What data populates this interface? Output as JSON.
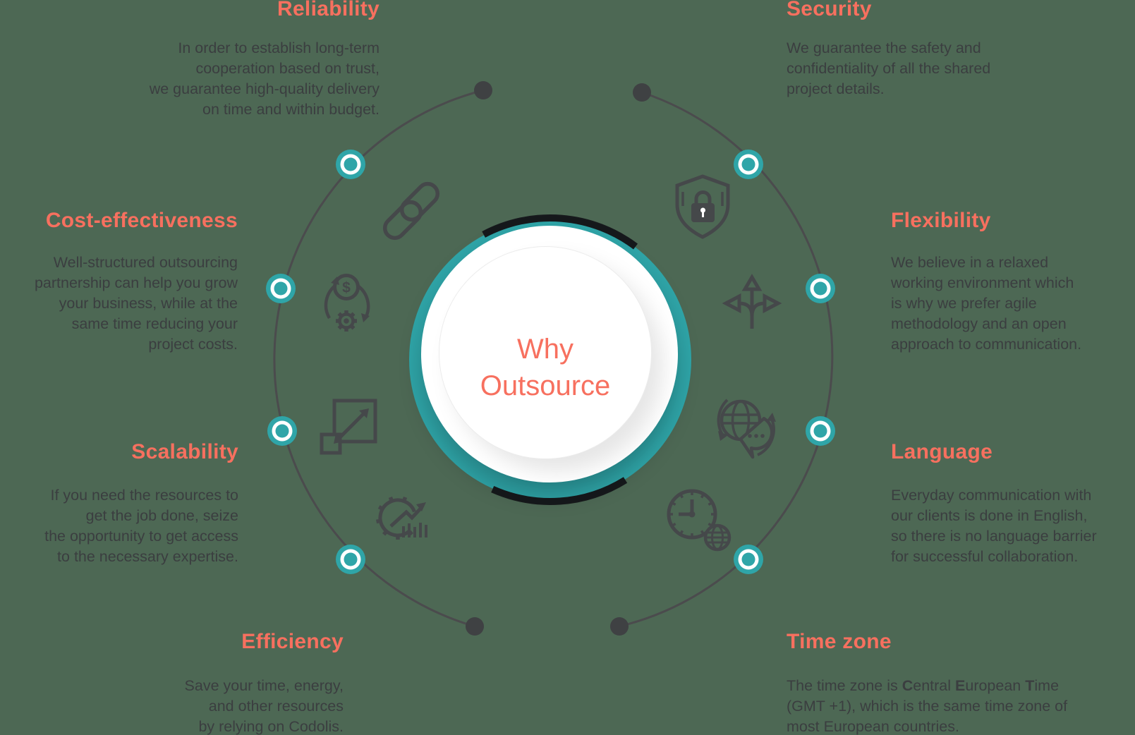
{
  "colors": {
    "background": "#4d6854",
    "teal_accent": "#2fa5a8",
    "coral_accent": "#f7705f",
    "body_text": "#3b3e40",
    "circle_line": "#4b4b4d",
    "icon_stroke": "#45484a",
    "ring_black_arc": "#16191c",
    "circle_fill": "#ffffff"
  },
  "center": {
    "title": "Why\nOutsource"
  },
  "sections": {
    "reliability": {
      "title": "Reliability",
      "body": "In order to establish long-term\ncooperation based on trust,\nwe guarantee high-quality delivery\non time and within budget.",
      "icon": "chain-link-icon"
    },
    "security": {
      "title": "Security",
      "body": "We guarantee the safety and\nconfidentiality of all the shared\nproject details.",
      "icon": "shield-lock-icon"
    },
    "cost_effectiveness": {
      "title": "Cost-effectiveness",
      "body": "Well-structured outsourcing\npartnership can help you grow\nyour business, while at the\nsame time reducing your\nproject costs.",
      "icon": "coin-gear-cycle-icon"
    },
    "flexibility": {
      "title": "Flexibility",
      "body": "We believe in a relaxed\nworking environment which\nis why we prefer agile\nmethodology and an open\napproach to communication.",
      "icon": "three-way-arrows-icon"
    },
    "scalability": {
      "title": "Scalability",
      "body": "If you need the resources to\nget the job done, seize\nthe opportunity to get access\nto the necessary expertise.",
      "icon": "scale-expand-icon"
    },
    "language": {
      "title": "Language",
      "body": "Everyday communication with\nour clients is done in English,\nso there is no language barrier\nfor successful collaboration.",
      "icon": "globe-chat-icon"
    },
    "efficiency": {
      "title": "Efficiency",
      "body": "Save your time, energy,\nand other resources\nby relying on Codolis.",
      "icon": "gear-chart-icon"
    },
    "time_zone": {
      "title": "Time zone",
      "icon": "clock-globe-icon",
      "body_segments": [
        {
          "t": "The time zone is ",
          "b": false
        },
        {
          "t": "C",
          "b": true
        },
        {
          "t": "entral ",
          "b": false
        },
        {
          "t": "E",
          "b": true
        },
        {
          "t": "uropean ",
          "b": false
        },
        {
          "t": "T",
          "b": true
        },
        {
          "t": "ime\n(GMT +1), which is the same time zone of\nmost European countries.",
          "b": false
        }
      ]
    }
  }
}
